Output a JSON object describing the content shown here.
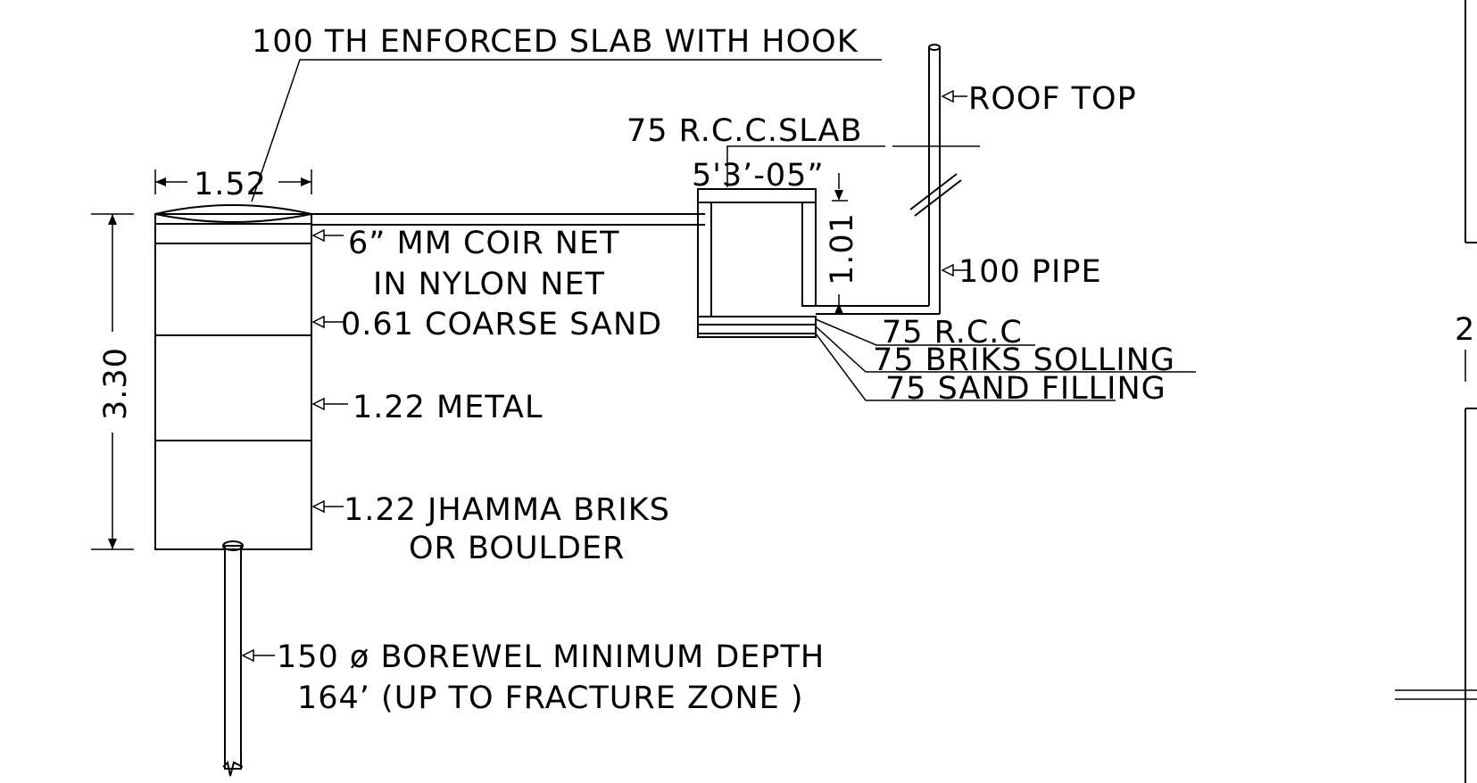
{
  "labels": {
    "slab_hook": "100 TH ENFORCED SLAB WITH HOOK",
    "roof_top": "ROOF TOP",
    "rcc_slab": "75 R.C.C.SLAB",
    "chamber_size": "5'3’-05”",
    "chamber_height": "1.01",
    "pipe": "100 PIPE",
    "rcc": "75 R.C.C",
    "brick_solling": "75 BRIKS SOLLING",
    "sand_filling": "75 SAND FILLING",
    "pit_width": "1.52",
    "pit_depth": "3.30",
    "coir_net_line1": "6” MM COIR NET",
    "coir_net_line2": "IN NYLON NET",
    "coarse_sand": "0.61 COARSE SAND",
    "metal": "1.22 METAL",
    "jhamma_line1": "1.22 JHAMMA BRIKS",
    "jhamma_line2": "OR BOULDER",
    "borewell_line1": "150  ø  BOREWEL MINIMUM DEPTH",
    "borewell_line2": "164’ (UP TO FRACTURE ZONE )",
    "edge_mark": "2"
  },
  "layers": [
    {
      "name": "coir net",
      "thickness": "6” MM"
    },
    {
      "name": "coarse sand",
      "thickness": 0.61
    },
    {
      "name": "metal",
      "thickness": 1.22
    },
    {
      "name": "jhamma briks or boulder",
      "thickness": 1.22
    }
  ]
}
